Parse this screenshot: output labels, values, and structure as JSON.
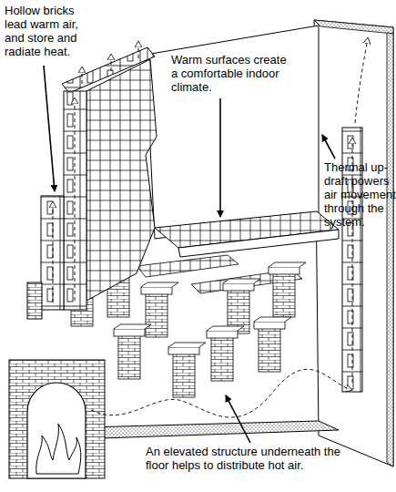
{
  "diagram": {
    "labels": [
      "Hollow bricks lead warm air, and store and radiate heat.",
      "Warm surfaces create a comfortable indoor climate.",
      "Thermal up-draft powers air movement through the system.",
      "An elevated structure underneath the floor helps to distribute hot air."
    ]
  }
}
